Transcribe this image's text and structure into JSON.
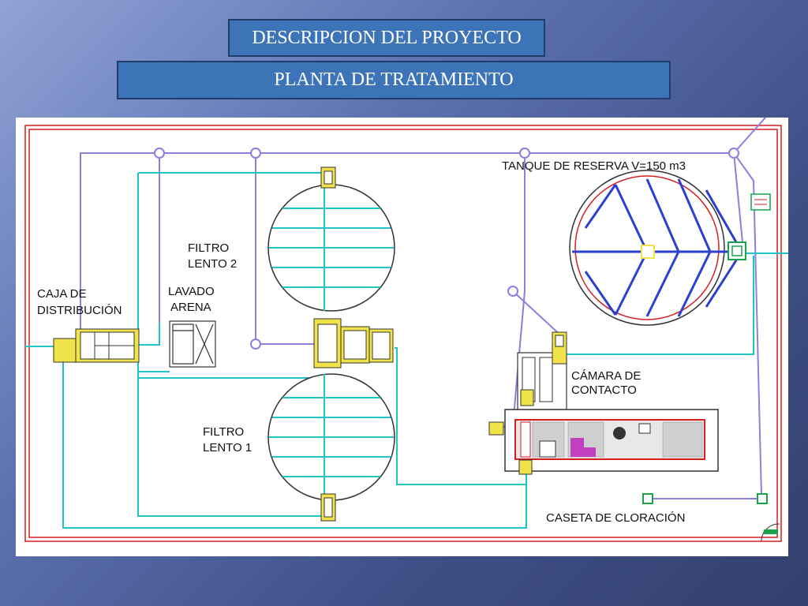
{
  "header": {
    "title": "DESCRIPCION DEL PROYECTO",
    "subtitle": "PLANTA DE TRATAMIENTO"
  },
  "plan": {
    "labels": {
      "tanque": "TANQUE DE RESERVA V=150 m3",
      "filtro2_l1": "FILTRO",
      "filtro2_l2": "LENTO 2",
      "lavado_l1": "LAVADO",
      "lavado_l2": "ARENA",
      "caja_l1": "CAJA DE",
      "caja_l2": "DISTRIBUCIÓN",
      "camara_l1": "CÁMARA DE",
      "camara_l2": "CONTACTO",
      "filtro1_l1": "FILTRO",
      "filtro1_l2": "LENTO 1",
      "caseta": "CASETA DE CLORACIÓN"
    }
  },
  "colors": {
    "cyan": "#1fc4c4",
    "purple": "#8b7fe0",
    "blue": "#2b3fd0",
    "red": "#d61e1e",
    "yellow": "#f2e34a",
    "green": "#19a34a"
  }
}
